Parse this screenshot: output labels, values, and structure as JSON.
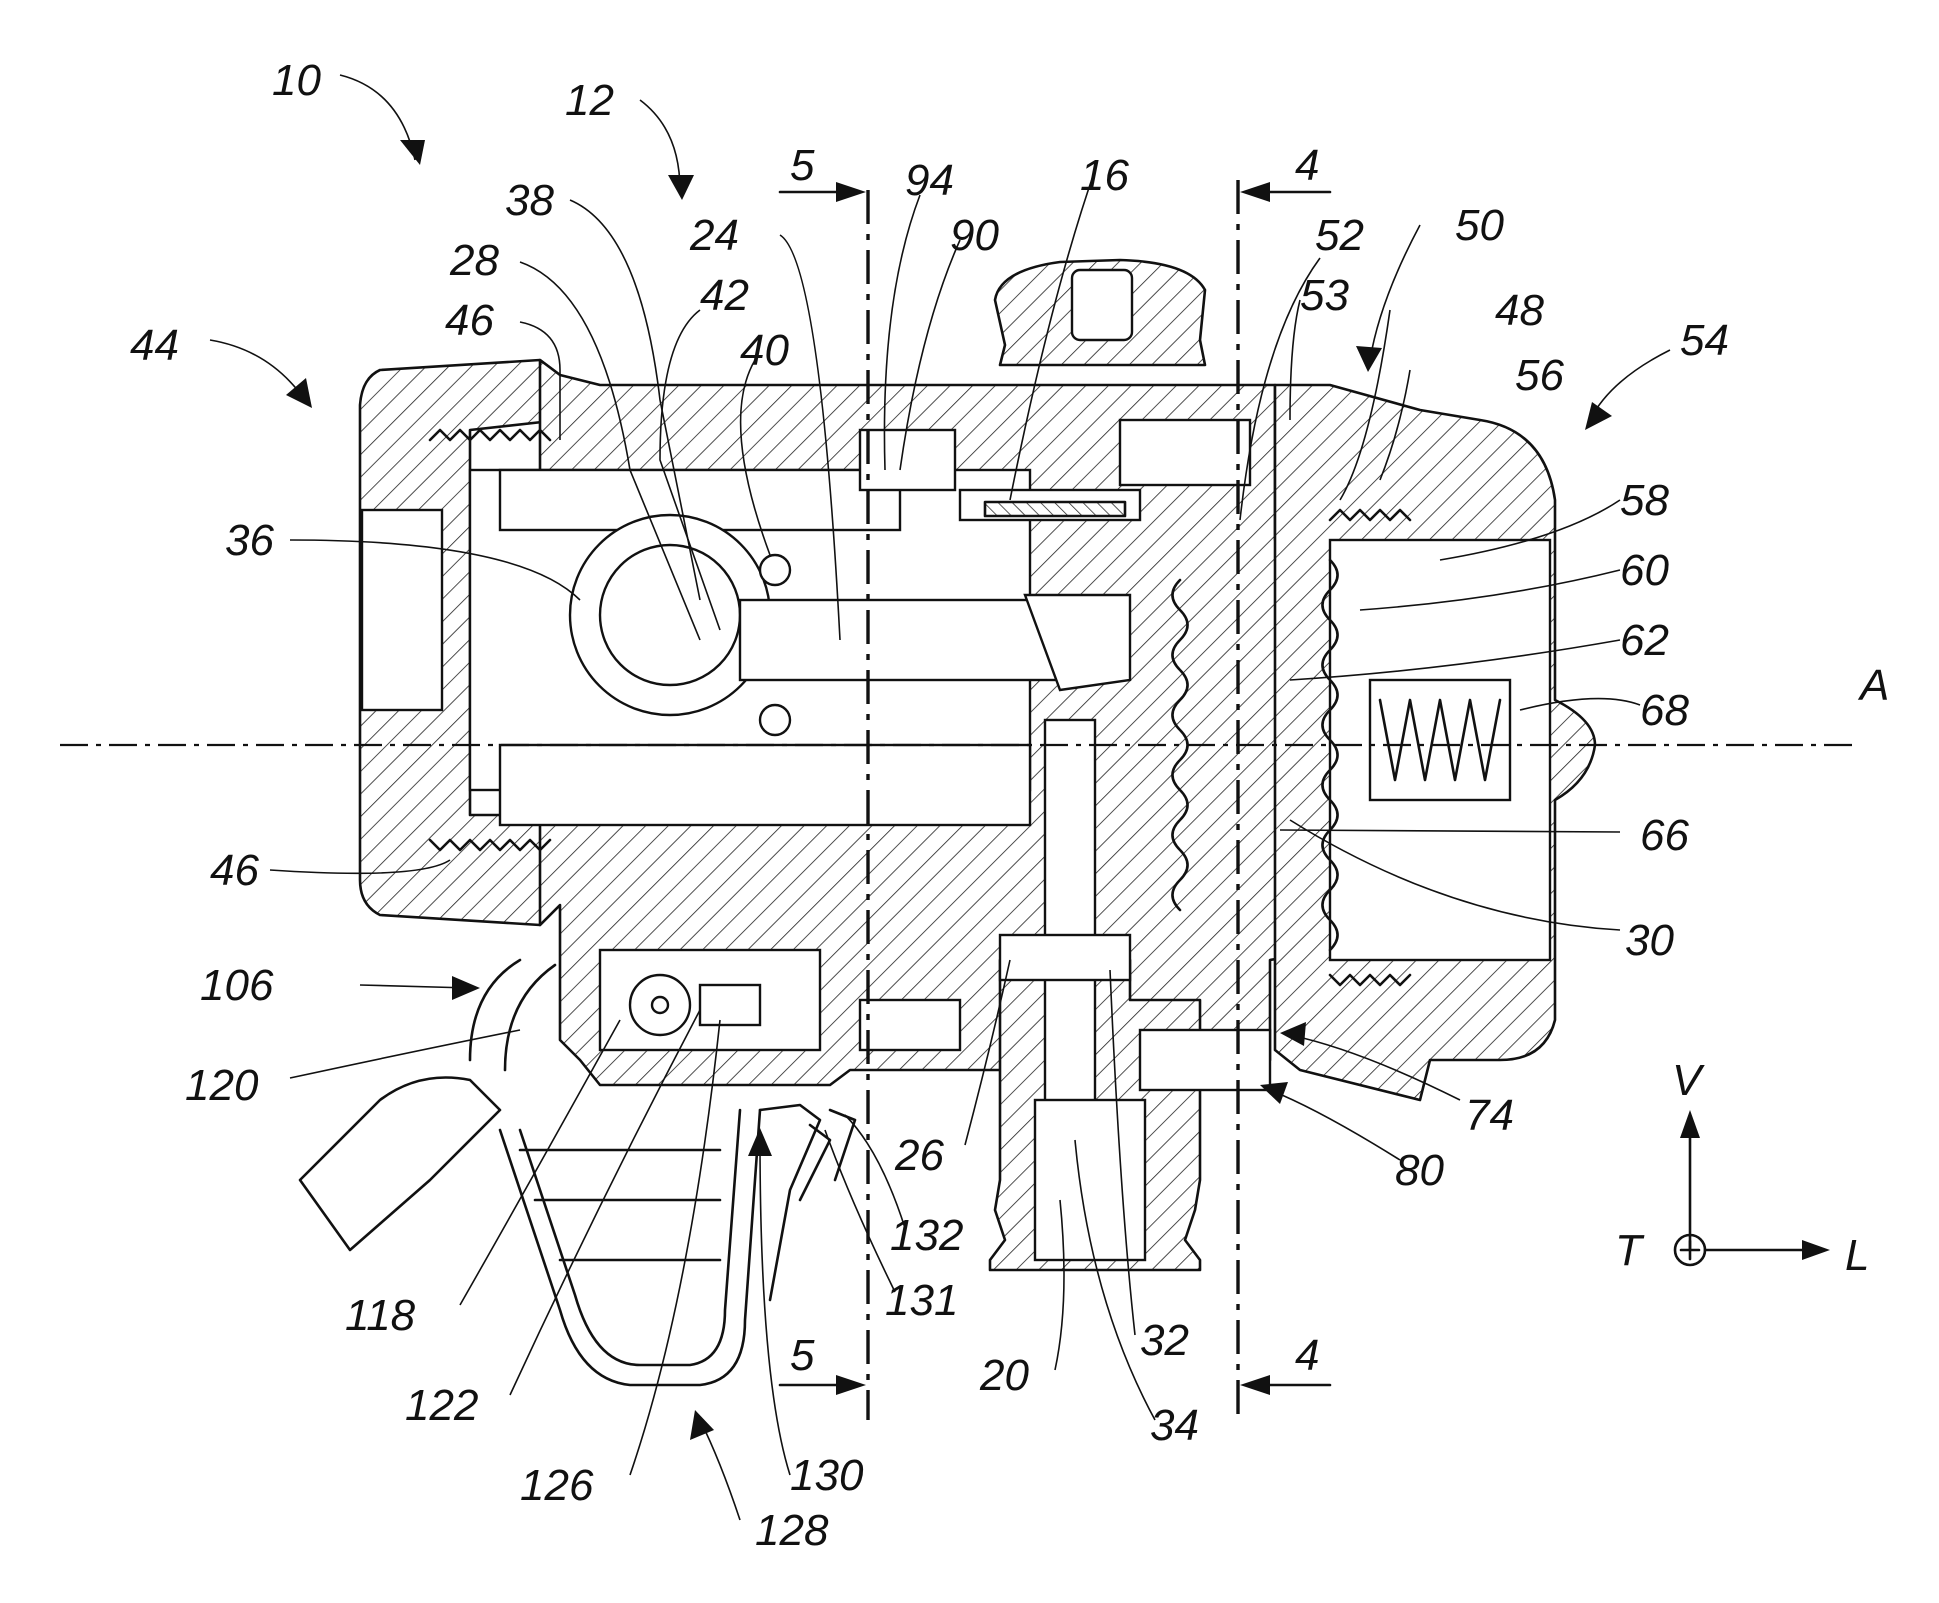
{
  "figure": {
    "labels": {
      "l10": "10",
      "l12": "12",
      "l5a": "5",
      "l94": "94",
      "l16": "16",
      "l4a": "4",
      "l38": "38",
      "l24": "24",
      "l90": "90",
      "l52": "52",
      "l50": "50",
      "l28": "28",
      "l42": "42",
      "l53": "53",
      "l48": "48",
      "l54": "54",
      "l46a": "46",
      "l40": "40",
      "l56": "56",
      "l44": "44",
      "l58": "58",
      "l36": "36",
      "l60": "60",
      "l62": "62",
      "l68": "68",
      "lA": "A",
      "l66": "66",
      "l46b": "46",
      "l30": "30",
      "l106": "106",
      "l120": "120",
      "l74": "74",
      "l26": "26",
      "l80": "80",
      "l132": "132",
      "l118": "118",
      "l131": "131",
      "l5b": "5",
      "l32": "32",
      "l4b": "4",
      "l20": "20",
      "l122": "122",
      "l34": "34",
      "l130": "130",
      "l126": "126",
      "l128": "128",
      "axisV": "V",
      "axisT": "T",
      "axisL": "L"
    }
  }
}
